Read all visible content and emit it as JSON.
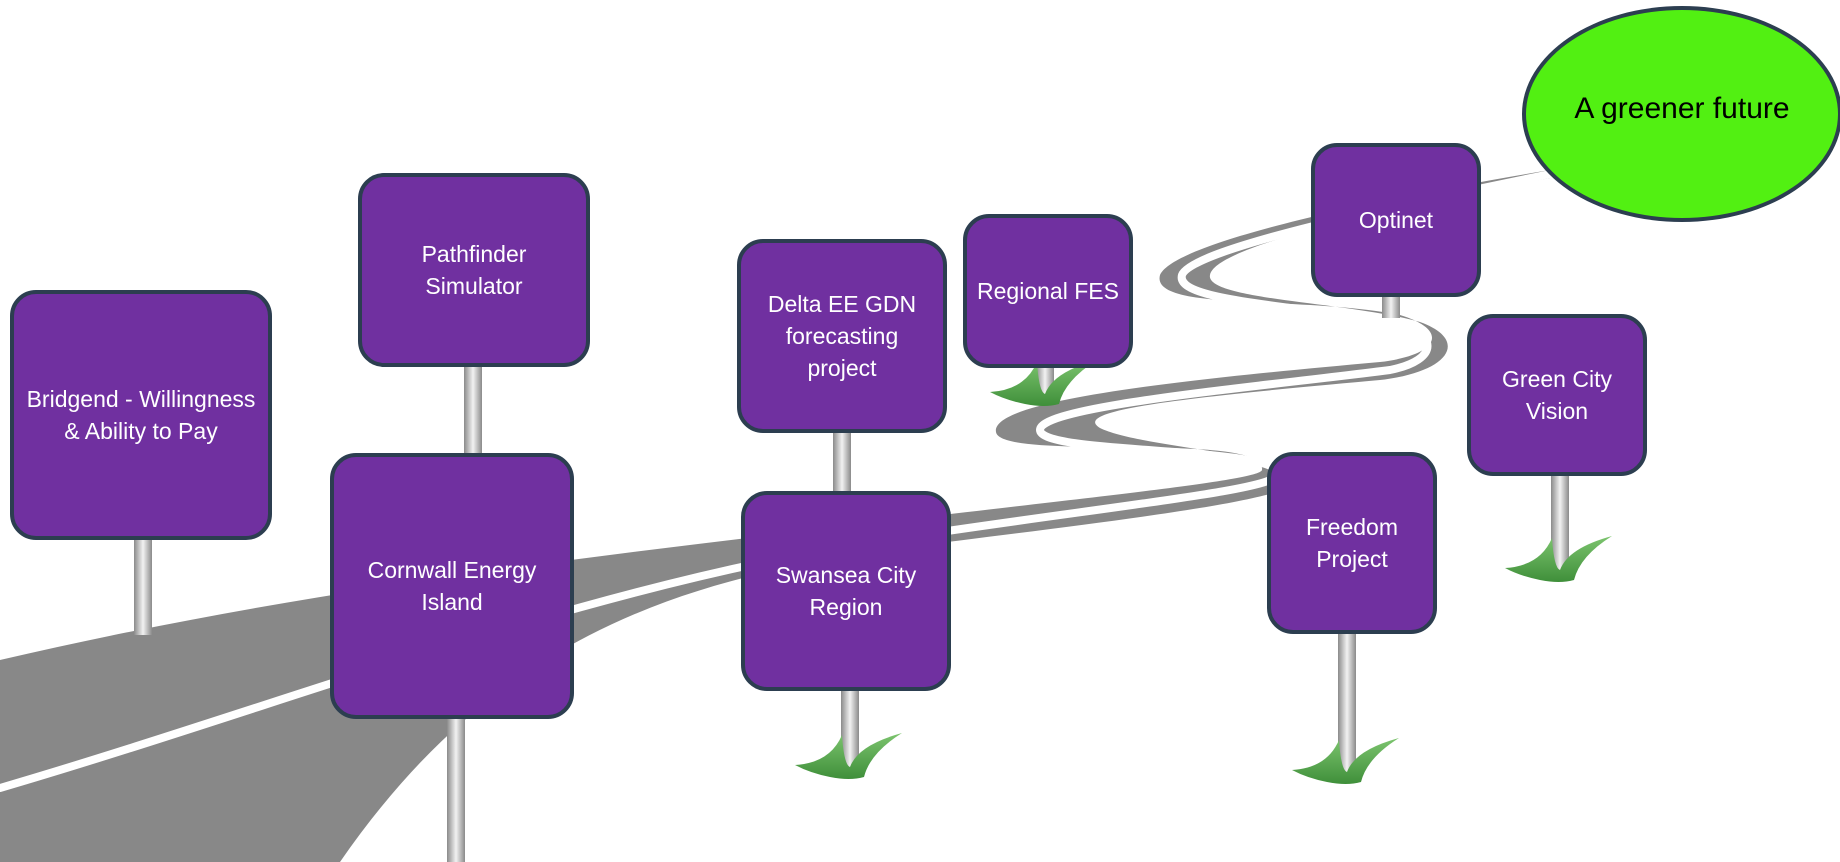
{
  "goal": {
    "label": "A greener future",
    "color": "#52f012"
  },
  "signs": [
    {
      "id": "bridgend",
      "label": "Bridgend - Willingness & Ability to Pay"
    },
    {
      "id": "pathfinder",
      "label": "Pathfinder Simulator"
    },
    {
      "id": "cornwall",
      "label": "Cornwall Energy Island"
    },
    {
      "id": "delta",
      "label": "Delta EE GDN forecasting project"
    },
    {
      "id": "swansea",
      "label": "Swansea City Region"
    },
    {
      "id": "regional-fes",
      "label": "Regional FES"
    },
    {
      "id": "optinet",
      "label": "Optinet"
    },
    {
      "id": "freedom",
      "label": "Freedom Project"
    },
    {
      "id": "green-city",
      "label": "Green City Vision"
    }
  ],
  "colors": {
    "sign_fill": "#7030a0",
    "sign_border": "#2c3e50",
    "road": "#888888",
    "grass": "#5aab4e"
  }
}
